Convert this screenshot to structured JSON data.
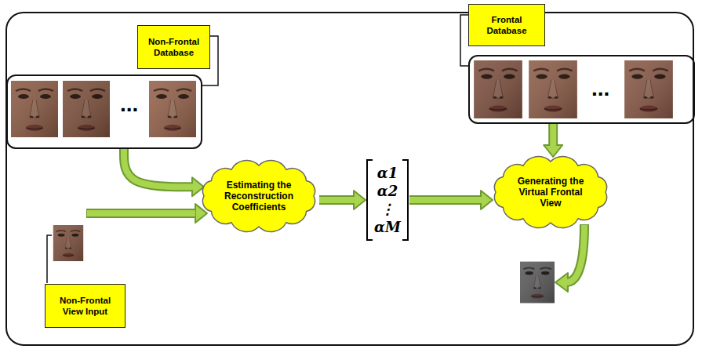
{
  "diagram": {
    "nodes": [
      {
        "text": [
          "Non-Frontal Database"
        ]
      },
      {
        "text": [
          "..."
        ]
      },
      {
        "text": [
          "Frontal Database"
        ]
      },
      {
        "text": [
          "..."
        ]
      },
      {
        "text": [
          "Estimating the Reconstruction Coefficients"
        ]
      },
      {
        "text": [
          "α1",
          "α2",
          "⋮",
          "αM"
        ]
      },
      {
        "text": [
          "Generating the Virtual Frontal View"
        ]
      },
      {
        "text": [
          "Non-Frontal View Input"
        ]
      }
    ],
    "edges": [
      {
        "from": 0,
        "to": 1,
        "arrow": "none"
      },
      {
        "from": 2,
        "to": 3,
        "arrow": "none"
      },
      {
        "from": 1,
        "to": 4,
        "arrow": "to"
      },
      {
        "from": 4,
        "to": 5,
        "arrow": "to"
      },
      {
        "from": 5,
        "to": 6,
        "arrow": "to"
      },
      {
        "from": 3,
        "to": 6,
        "arrow": "to"
      }
    ]
  }
}
